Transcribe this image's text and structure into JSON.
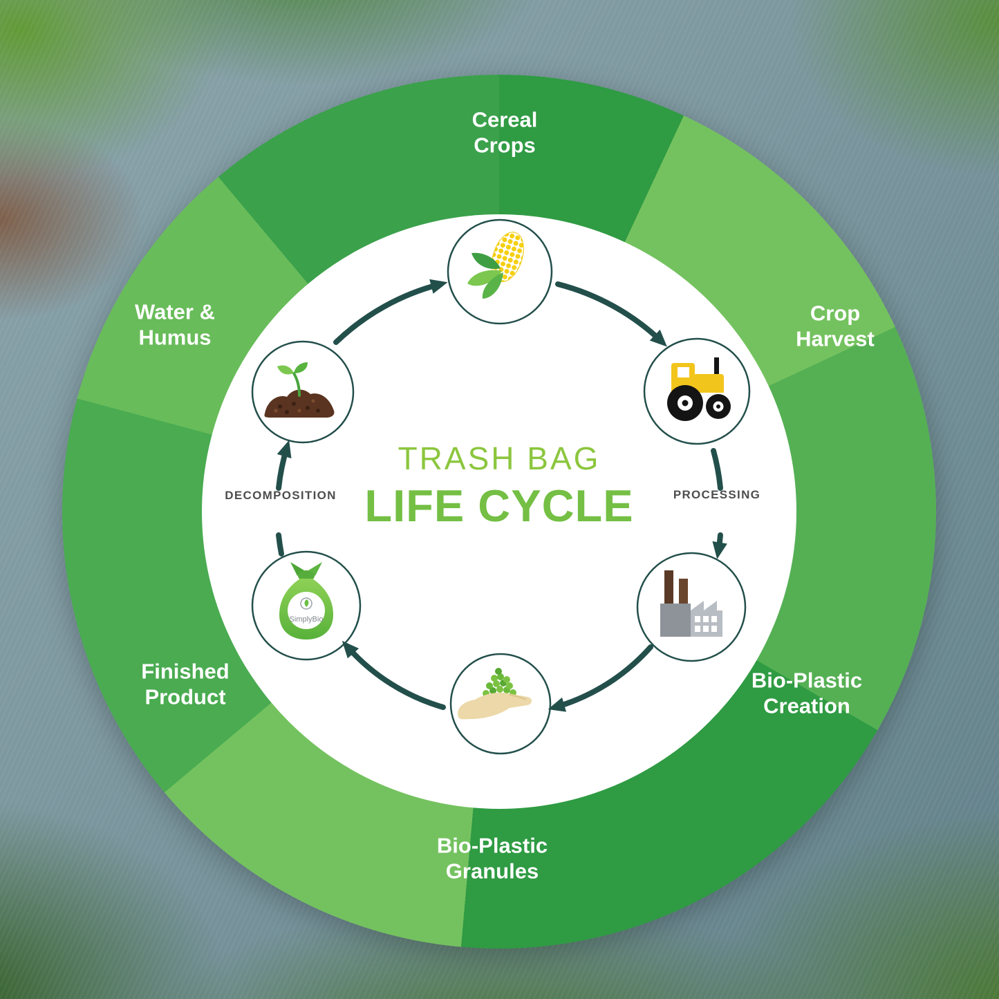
{
  "title": {
    "line1": "TRASH BAG",
    "line2": "LIFE CYCLE"
  },
  "center_labels": {
    "decomposition": "DECOMPOSITION",
    "processing": "PROCESSING"
  },
  "stages": [
    {
      "id": "cereal-crops",
      "label": "Cereal Crops",
      "icon": "corn-icon"
    },
    {
      "id": "crop-harvest",
      "label": "Crop Harvest",
      "icon": "tractor-icon"
    },
    {
      "id": "bio-plastic-creation",
      "label": "Bio-Plastic Creation",
      "icon": "factory-icon"
    },
    {
      "id": "bio-plastic-granules",
      "label": "Bio-Plastic Granules",
      "icon": "hand-granules-icon"
    },
    {
      "id": "finished-product",
      "label": "Finished Product",
      "icon": "trash-bag-icon"
    },
    {
      "id": "water-humus",
      "label": "Water & Humus",
      "icon": "soil-sprout-icon"
    }
  ],
  "brand": {
    "bag_logo": "SimplyBio"
  },
  "colors": {
    "ring_green_dark": "#2f9b43",
    "ring_green_mid": "#4aab51",
    "ring_green_light": "#74c25f",
    "arrow": "#234f4b",
    "title_top": "#8cc63e",
    "title_bottom": "#74bf44",
    "stage_label": "#ffffff",
    "process_label": "#4d4d4d",
    "bag_green": "#6abf45",
    "corn_yellow": "#f5cf11",
    "tractor_yellow": "#f2c51d",
    "factory_gray": "#9aa0a6",
    "soil_brown": "#5a3420",
    "hand_tan": "#ecd8a8"
  }
}
